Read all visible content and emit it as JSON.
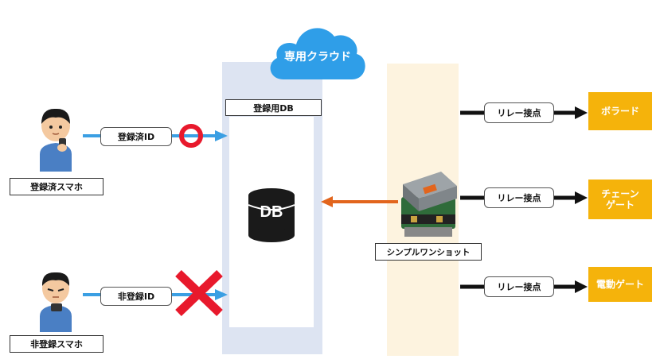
{
  "cloud": {
    "label": "専用クラウド"
  },
  "db_panel": {
    "title": "登録用DB",
    "db_label": "DB"
  },
  "users": {
    "registered": {
      "label": "登録済スマホ",
      "id_label": "登録済ID",
      "result_icon": "red-circle-icon"
    },
    "unregistered": {
      "label": "非登録スマホ",
      "id_label": "非登録ID",
      "result_icon": "red-cross-icon"
    }
  },
  "device": {
    "label": "シンプルワンショット"
  },
  "relays": [
    {
      "contact_label": "リレー接点",
      "target_lines": [
        "ボラード"
      ]
    },
    {
      "contact_label": "リレー接点",
      "target_lines": [
        "チェーン",
        "ゲート"
      ]
    },
    {
      "contact_label": "リレー接点",
      "target_lines": [
        "電動ゲート"
      ]
    }
  ],
  "colors": {
    "blue_arrow": "#3b9fe3",
    "orange_arrow": "#e2651d",
    "cloud": "#2f9ee8",
    "target_box": "#f5b30b",
    "red_mark": "#e8192c",
    "db_panel": "#dde4f2",
    "device_panel": "#fdf3df"
  }
}
